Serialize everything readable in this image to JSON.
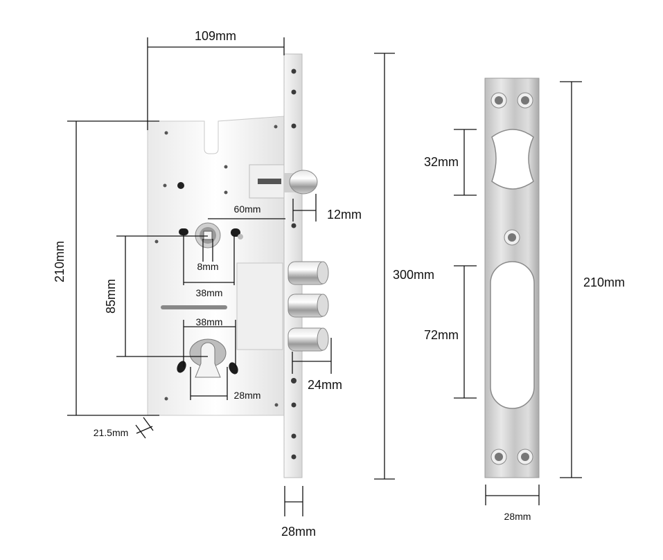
{
  "lock_body": {
    "labels": {
      "width_109": "109mm",
      "height_210": "210mm",
      "height_300": "300mm",
      "latch_12": "12mm",
      "backset_60": "60mm",
      "spindle_8": "8mm",
      "spacing_38_top": "38mm",
      "center_85": "85mm",
      "spacing_38_mid": "38mm",
      "cylinder_28": "28mm",
      "bolt_24": "24mm",
      "plate_offset_21_5": "21.5mm",
      "faceplate_28": "28mm"
    }
  },
  "strike_plate": {
    "labels": {
      "opening_32": "32mm",
      "opening_72": "72mm",
      "height_210": "210mm",
      "width_28": "28mm"
    }
  },
  "colors": {
    "metal_light": "#f2f2f2",
    "metal_mid": "#d9d9d9",
    "metal_dark": "#8f8f8f",
    "line": "#111111"
  }
}
